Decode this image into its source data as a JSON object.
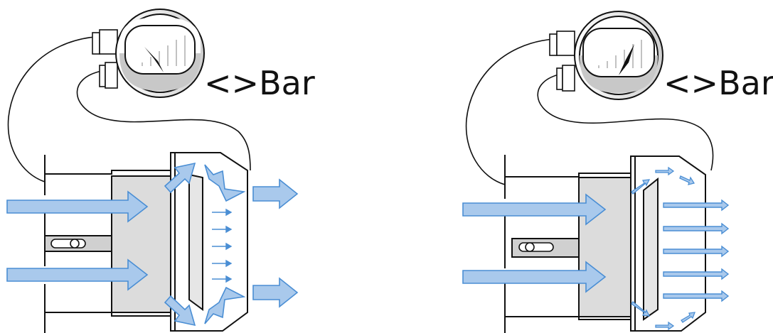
{
  "palette": {
    "line": "#111111",
    "arrow_fill": "#a9c9ec",
    "arrow_stroke": "#4a8ed4",
    "grey_block": "#dcdcdc",
    "gauge_lower": "#c8c8c8",
    "filter_fill": "#e6e6e6"
  },
  "panels": [
    {
      "name": "left",
      "gauge": {
        "label": "<>Bar",
        "needle_icon": "needle-pointing-left"
      },
      "flow_state": "turbulent"
    },
    {
      "name": "right",
      "gauge": {
        "label": "<>Bar",
        "needle_icon": "needle-pointing-right"
      },
      "flow_state": "laminar"
    }
  ]
}
